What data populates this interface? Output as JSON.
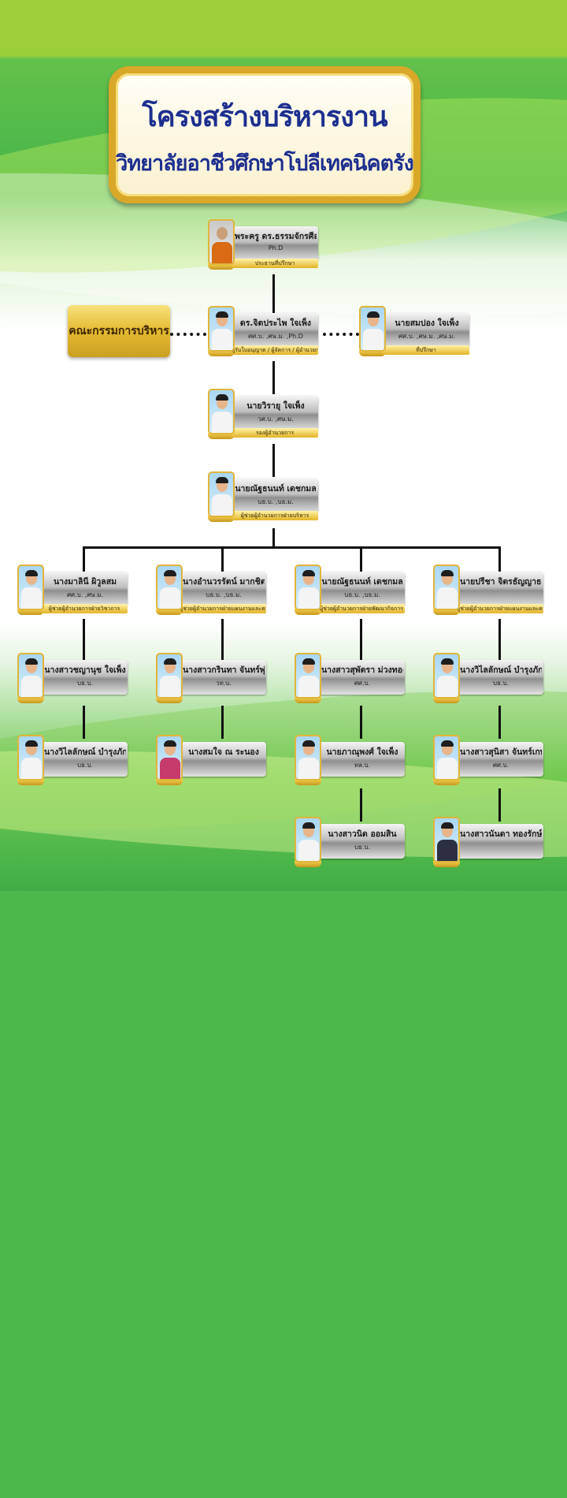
{
  "title": {
    "line1": "โครงสร้างบริหารงาน",
    "line2": "วิทยาลัยอาชีวศึกษาโปลีเทคนิคตรัง"
  },
  "committee_label": "คณะกรรมการบริหาร",
  "people": {
    "adviser": {
      "name": "พระครู ดร.ธรรมจักรศีลคุณ",
      "degree": "Ph.D",
      "position": "ประธานที่ปรึกษา"
    },
    "director": {
      "name": "ดร.จิตประไพ ใจเพ็ง",
      "degree": "ศศ.บ. ,ศษ.ม. ,Ph.D",
      "position": "ผู้รับใบอนุญาต / ผู้จัดการ / ผู้อำนวยการ"
    },
    "advisor_right": {
      "name": "นายสมปอง ใจเพ็ง",
      "degree": "ศศ.บ. ,ศษ.ม. ,ศษ.ม.",
      "position": "ที่ปรึกษา"
    },
    "vice_director": {
      "name": "นายวิรายุ ใจเพ็ง",
      "degree": "วศ.บ. ,ศษ.ม.",
      "position": "รองผู้อำนวยการ"
    },
    "assistant_director": {
      "name": "นายณัฐธนนท์ เดชกมล",
      "degree": "บธ.บ. ,บธ.ม.",
      "position": "ผู้ช่วยผู้อำนวยการฝ่ายบริหาร"
    },
    "column1": [
      {
        "name": "นางมาลินี ผิวูลสม",
        "degree": "ศศ.บ. ,ศษ.ม.",
        "position": "ผู้ช่วยผู้อำนวยการฝ่ายวิชาการ"
      },
      {
        "name": "นางสาวชญานุช ใจเพ็ง",
        "degree": "บธ.บ.",
        "position": ""
      },
      {
        "name": "นางวิไลลักษณ์ บำรุงภักดิ์",
        "degree": "บธ.บ.",
        "position": ""
      }
    ],
    "column2": [
      {
        "name": "นางอำนวรรัตน์ มากชิต",
        "degree": "บธ.บ. ,บธ.ม.",
        "position": "ผู้ช่วยผู้อำนวยการฝ่ายแผนงานและความร่วมมือ"
      },
      {
        "name": "นางสาวกรินทา จันทร์พุ่ม",
        "degree": "วท.บ.",
        "position": ""
      },
      {
        "name": "นางสมใจ ณ ระนอง",
        "degree": "",
        "position": ""
      }
    ],
    "column3": [
      {
        "name": "นายณัฐธนนท์ เดชกมล",
        "degree": "บธ.บ. ,บธ.ม.",
        "position": "ผู้ช่วยผู้อำนวยการฝ่ายพัฒนากิจการ"
      },
      {
        "name": "นางสาวสุพัตรา ม่วงทอง",
        "degree": "ศศ.บ.",
        "position": ""
      },
      {
        "name": "นายภาณุพงศ์ ใจเพ็ง",
        "degree": "ทล.บ.",
        "position": ""
      },
      {
        "name": "นางสาวนิด ออมสิน",
        "degree": "บธ.บ.",
        "position": ""
      }
    ],
    "column4": [
      {
        "name": "นายปรีชา จิตรธัญญาธารกุล",
        "degree": "",
        "position": "ผู้ช่วยผู้อำนวยการฝ่ายแผนงานและความร่วมมือ"
      },
      {
        "name": "นางวิไลลักษณ์ บำรุงภักดิ์",
        "degree": "บธ.บ.",
        "position": ""
      },
      {
        "name": "นางสาวสุนิสา จันทร์เกษม",
        "degree": "ศศ.บ.",
        "position": ""
      },
      {
        "name": "นางสาวนันดา ทองรักษ์",
        "degree": "",
        "position": ""
      }
    ]
  }
}
